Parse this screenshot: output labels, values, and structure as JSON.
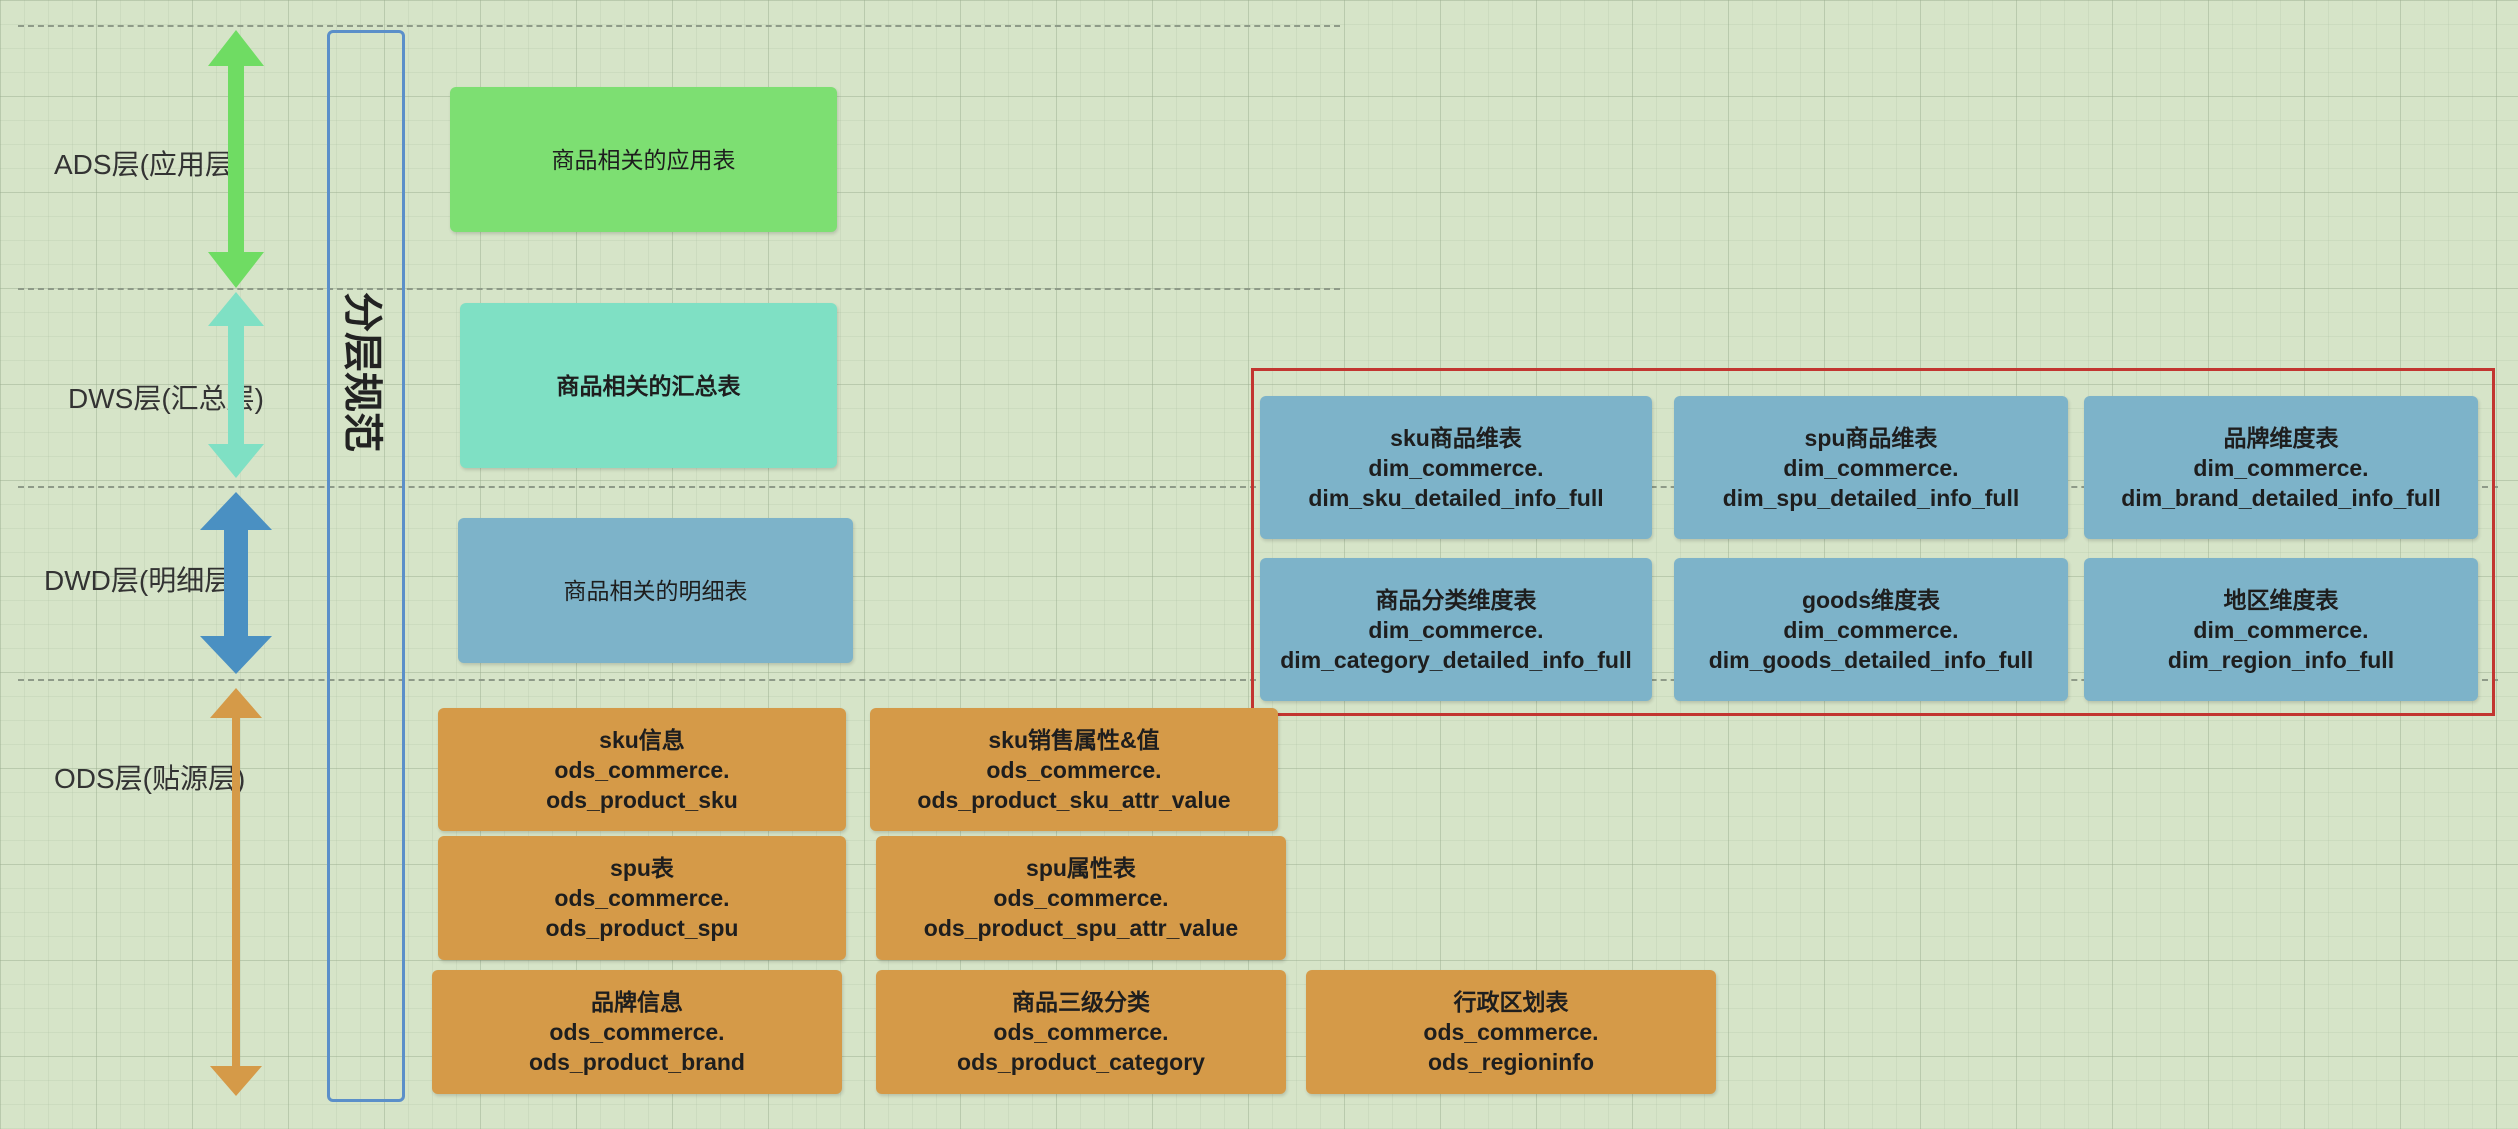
{
  "vertical_title": "分层规范",
  "layers": {
    "ads": "ADS层(应用层",
    "dws": "DWS层(汇总层)",
    "dwd": "DWD层(明细层)",
    "ods": "ODS层(贴源层)"
  },
  "colors": {
    "ads_arrow": "#6fdc63",
    "dws_arrow": "#7fe0c4",
    "dwd_arrow": "#4a90c2",
    "ods_arrow": "#d59a48",
    "highlight_frame": "#c23530"
  },
  "boxes": {
    "ads_app": {
      "line1": "商品相关的应用表"
    },
    "dws_summary": {
      "line1": "商品相关的汇总表"
    },
    "dwd_detail": {
      "line1": "商品相关的明细表"
    },
    "dim_sku": {
      "line1": "sku商品维表",
      "line2": "dim_commerce.",
      "line3": "dim_sku_detailed_info_full"
    },
    "dim_spu": {
      "line1": "spu商品维表",
      "line2": "dim_commerce.",
      "line3": "dim_spu_detailed_info_full"
    },
    "dim_brand": {
      "line1": "品牌维度表",
      "line2": "dim_commerce.",
      "line3": "dim_brand_detailed_info_full"
    },
    "dim_category": {
      "line1": "商品分类维度表",
      "line2": "dim_commerce.",
      "line3": "dim_category_detailed_info_full"
    },
    "dim_goods": {
      "line1": "goods维度表",
      "line2": "dim_commerce.",
      "line3": "dim_goods_detailed_info_full"
    },
    "dim_region": {
      "line1": "地区维度表",
      "line2": "dim_commerce.",
      "line3": "dim_region_info_full"
    },
    "ods_sku": {
      "line1": "sku信息",
      "line2": "ods_commerce.",
      "line3": "ods_product_sku"
    },
    "ods_sku_attr": {
      "line1": "sku销售属性&值",
      "line2": "ods_commerce.",
      "line3": "ods_product_sku_attr_value"
    },
    "ods_spu": {
      "line1": "spu表",
      "line2": "ods_commerce.",
      "line3": "ods_product_spu"
    },
    "ods_spu_attr": {
      "line1": "spu属性表",
      "line2": "ods_commerce.",
      "line3": "ods_product_spu_attr_value"
    },
    "ods_brand": {
      "line1": "品牌信息",
      "line2": "ods_commerce.",
      "line3": "ods_product_brand"
    },
    "ods_category": {
      "line1": "商品三级分类",
      "line2": "ods_commerce.",
      "line3": "ods_product_category"
    },
    "ods_region": {
      "line1": "行政区划表",
      "line2": "ods_commerce.",
      "line3": "ods_regioninfo"
    }
  }
}
